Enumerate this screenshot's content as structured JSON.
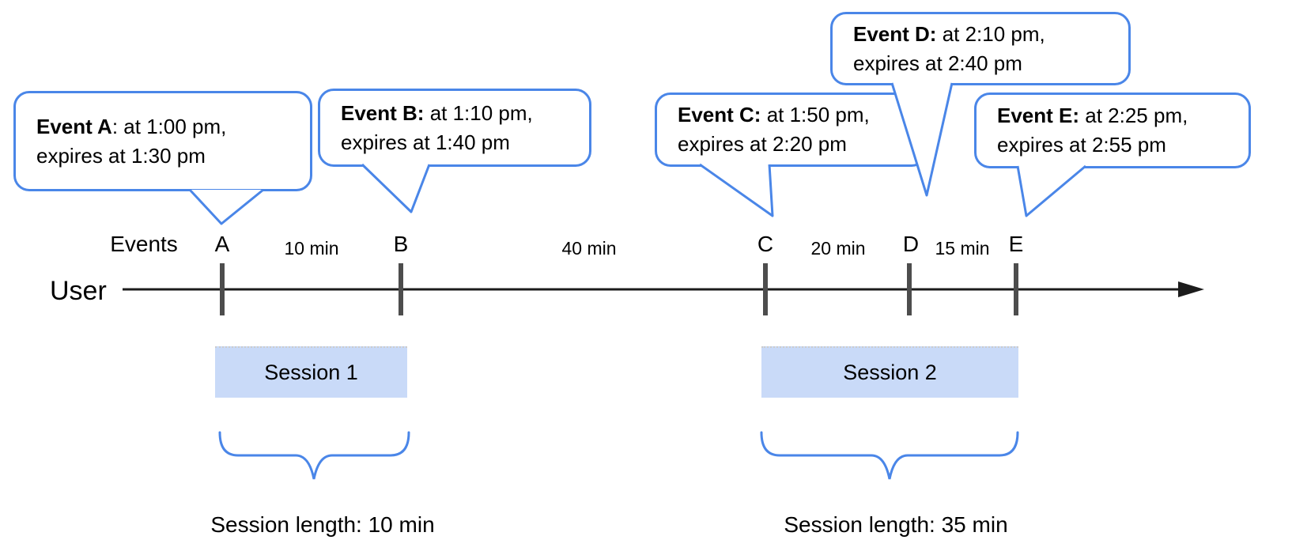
{
  "colors": {
    "bubble_stroke": "#4a86e8",
    "brace": "#4a86e8",
    "session_fill": "#c9daf8",
    "tick": "#4d4d4d",
    "timeline": "#1c1c1c",
    "text": "#000000"
  },
  "timeline": {
    "user_label": "User",
    "events_label": "Events",
    "event_marks": [
      {
        "label": "A"
      },
      {
        "label": "B"
      },
      {
        "label": "C"
      },
      {
        "label": "D"
      },
      {
        "label": "E"
      }
    ],
    "gap_labels": [
      {
        "text": "10 min"
      },
      {
        "text": "40 min"
      },
      {
        "text": "20 min"
      },
      {
        "text": "15 min"
      }
    ]
  },
  "bubbles": [
    {
      "bold": "Event A",
      "rest": ": at 1:00 pm,",
      "line2": "expires at 1:30 pm"
    },
    {
      "bold": "Event B:",
      "rest": " at 1:10 pm,",
      "line2": "expires at 1:40 pm"
    },
    {
      "bold": "Event C:",
      "rest": " at 1:50 pm,",
      "line2": "expires at 2:20 pm"
    },
    {
      "bold": "Event D:",
      "rest": " at 2:10 pm,",
      "line2": "expires at 2:40 pm"
    },
    {
      "bold": "Event E:",
      "rest": " at 2:25 pm,",
      "line2": "expires at 2:55 pm"
    }
  ],
  "sessions": [
    {
      "label": "Session 1",
      "length_label": "Session length: 10 min"
    },
    {
      "label": "Session 2",
      "length_label": "Session length: 35 min"
    }
  ]
}
